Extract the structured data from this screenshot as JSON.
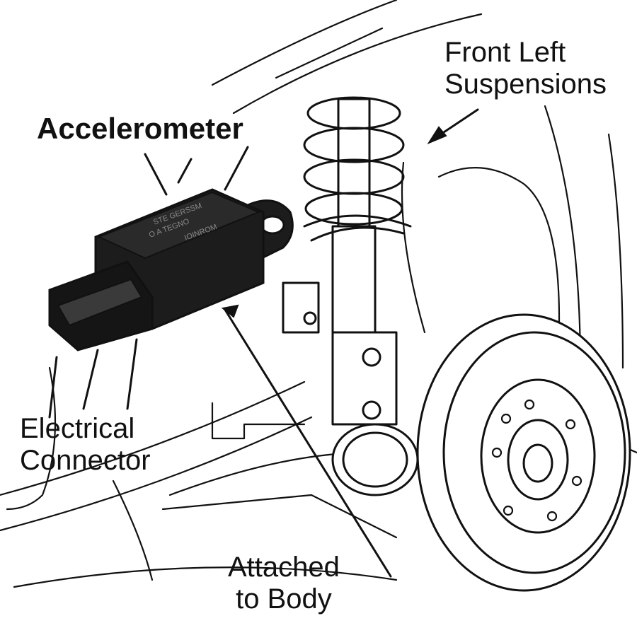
{
  "labels": {
    "accelerometer": "Accelerometer",
    "front_left_line1": "Front Left",
    "front_left_line2": "Suspensions",
    "electrical_line1": "Electrical",
    "electrical_line2": "Connector",
    "attached_line1": "Attached",
    "attached_line2": "to Body"
  },
  "sensor_marking": {
    "line1": "STE GERSSM",
    "line2": "O A TEGNO",
    "line3": "IOINROM"
  },
  "icons": [
    "accelerometer-sensor-icon",
    "coil-spring-icon",
    "brake-rotor-icon",
    "arrow-icon"
  ],
  "colors": {
    "ink": "#111111",
    "sensor_body": "#1c1c1c",
    "paper": "#ffffff"
  }
}
